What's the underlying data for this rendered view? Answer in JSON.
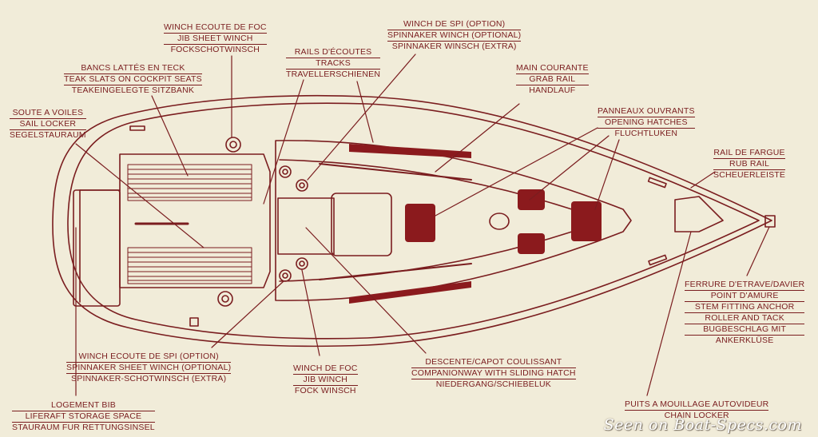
{
  "diagram": {
    "colors": {
      "line": "#7a1d1f",
      "fill": "#8b1a1d",
      "paper": "#f1ecd9",
      "watermark": "#ffffff"
    },
    "labels": {
      "winch_jib_sheet": [
        "WINCH ECOUTE DE FOC",
        "JIB SHEET WINCH",
        "FOCKSCHOTWINSCH"
      ],
      "teak_slats": [
        "BANCS LATTÉS EN TECK",
        "TEAK SLATS ON COCKPIT SEATS",
        "TEAKEINGELEGTE SITZBANK"
      ],
      "sail_locker": [
        "SOUTE A VOILES",
        "SAIL LOCKER",
        "SEGELSTAURAUM"
      ],
      "tracks": [
        "RAILS D'ÉCOUTES",
        "TRACKS",
        "TRAVELLERSCHIENEN"
      ],
      "spinnaker_winch": [
        "WINCH DE SPI (OPTION)",
        "SPINNAKER WINCH (OPTIONAL)",
        "SPINNAKER WINSCH (EXTRA)"
      ],
      "grab_rail": [
        "MAIN COURANTE",
        "GRAB RAIL",
        "HANDLAUF"
      ],
      "opening_hatches": [
        "PANNEAUX OUVRANTS",
        "OPENING HATCHES",
        "FLUCHTLUKEN"
      ],
      "rub_rail": [
        "RAIL DE FARGUE",
        "RUB RAIL",
        "SCHEUERLEISTE"
      ],
      "stem_fitting": [
        "FERRURE D'ETRAVE/DAVIER",
        "POINT D'AMURE",
        "STEM FITTING ANCHOR",
        "ROLLER AND TACK",
        "BUGBESCHLAG MIT",
        "ANKERKLÜSE"
      ],
      "spi_sheet_winch": [
        "WINCH ECOUTE DE SPI (OPTION)",
        "SPINNAKER SHEET WINCH (OPTIONAL)",
        "SPINNAKER-SCHOTWINSCH (EXTRA)"
      ],
      "jib_winch": [
        "WINCH DE FOC",
        "JIB WINCH",
        "FOCK WINSCH"
      ],
      "companionway": [
        "DESCENTE/CAPOT COULISSANT",
        "COMPANIONWAY WITH SLIDING HATCH",
        "NIEDERGANG/SCHIEBELUK"
      ],
      "liferaft": [
        "LOGEMENT BIB",
        "LIFERAFT STORAGE SPACE",
        "STAURAUM FUR RETTUNGSINSEL"
      ],
      "chain_locker": [
        "PUITS A MOUILLAGE AUTOVIDEUR",
        "CHAIN LOCKER"
      ]
    },
    "watermark": "Seen on Boat-Specs.com"
  }
}
